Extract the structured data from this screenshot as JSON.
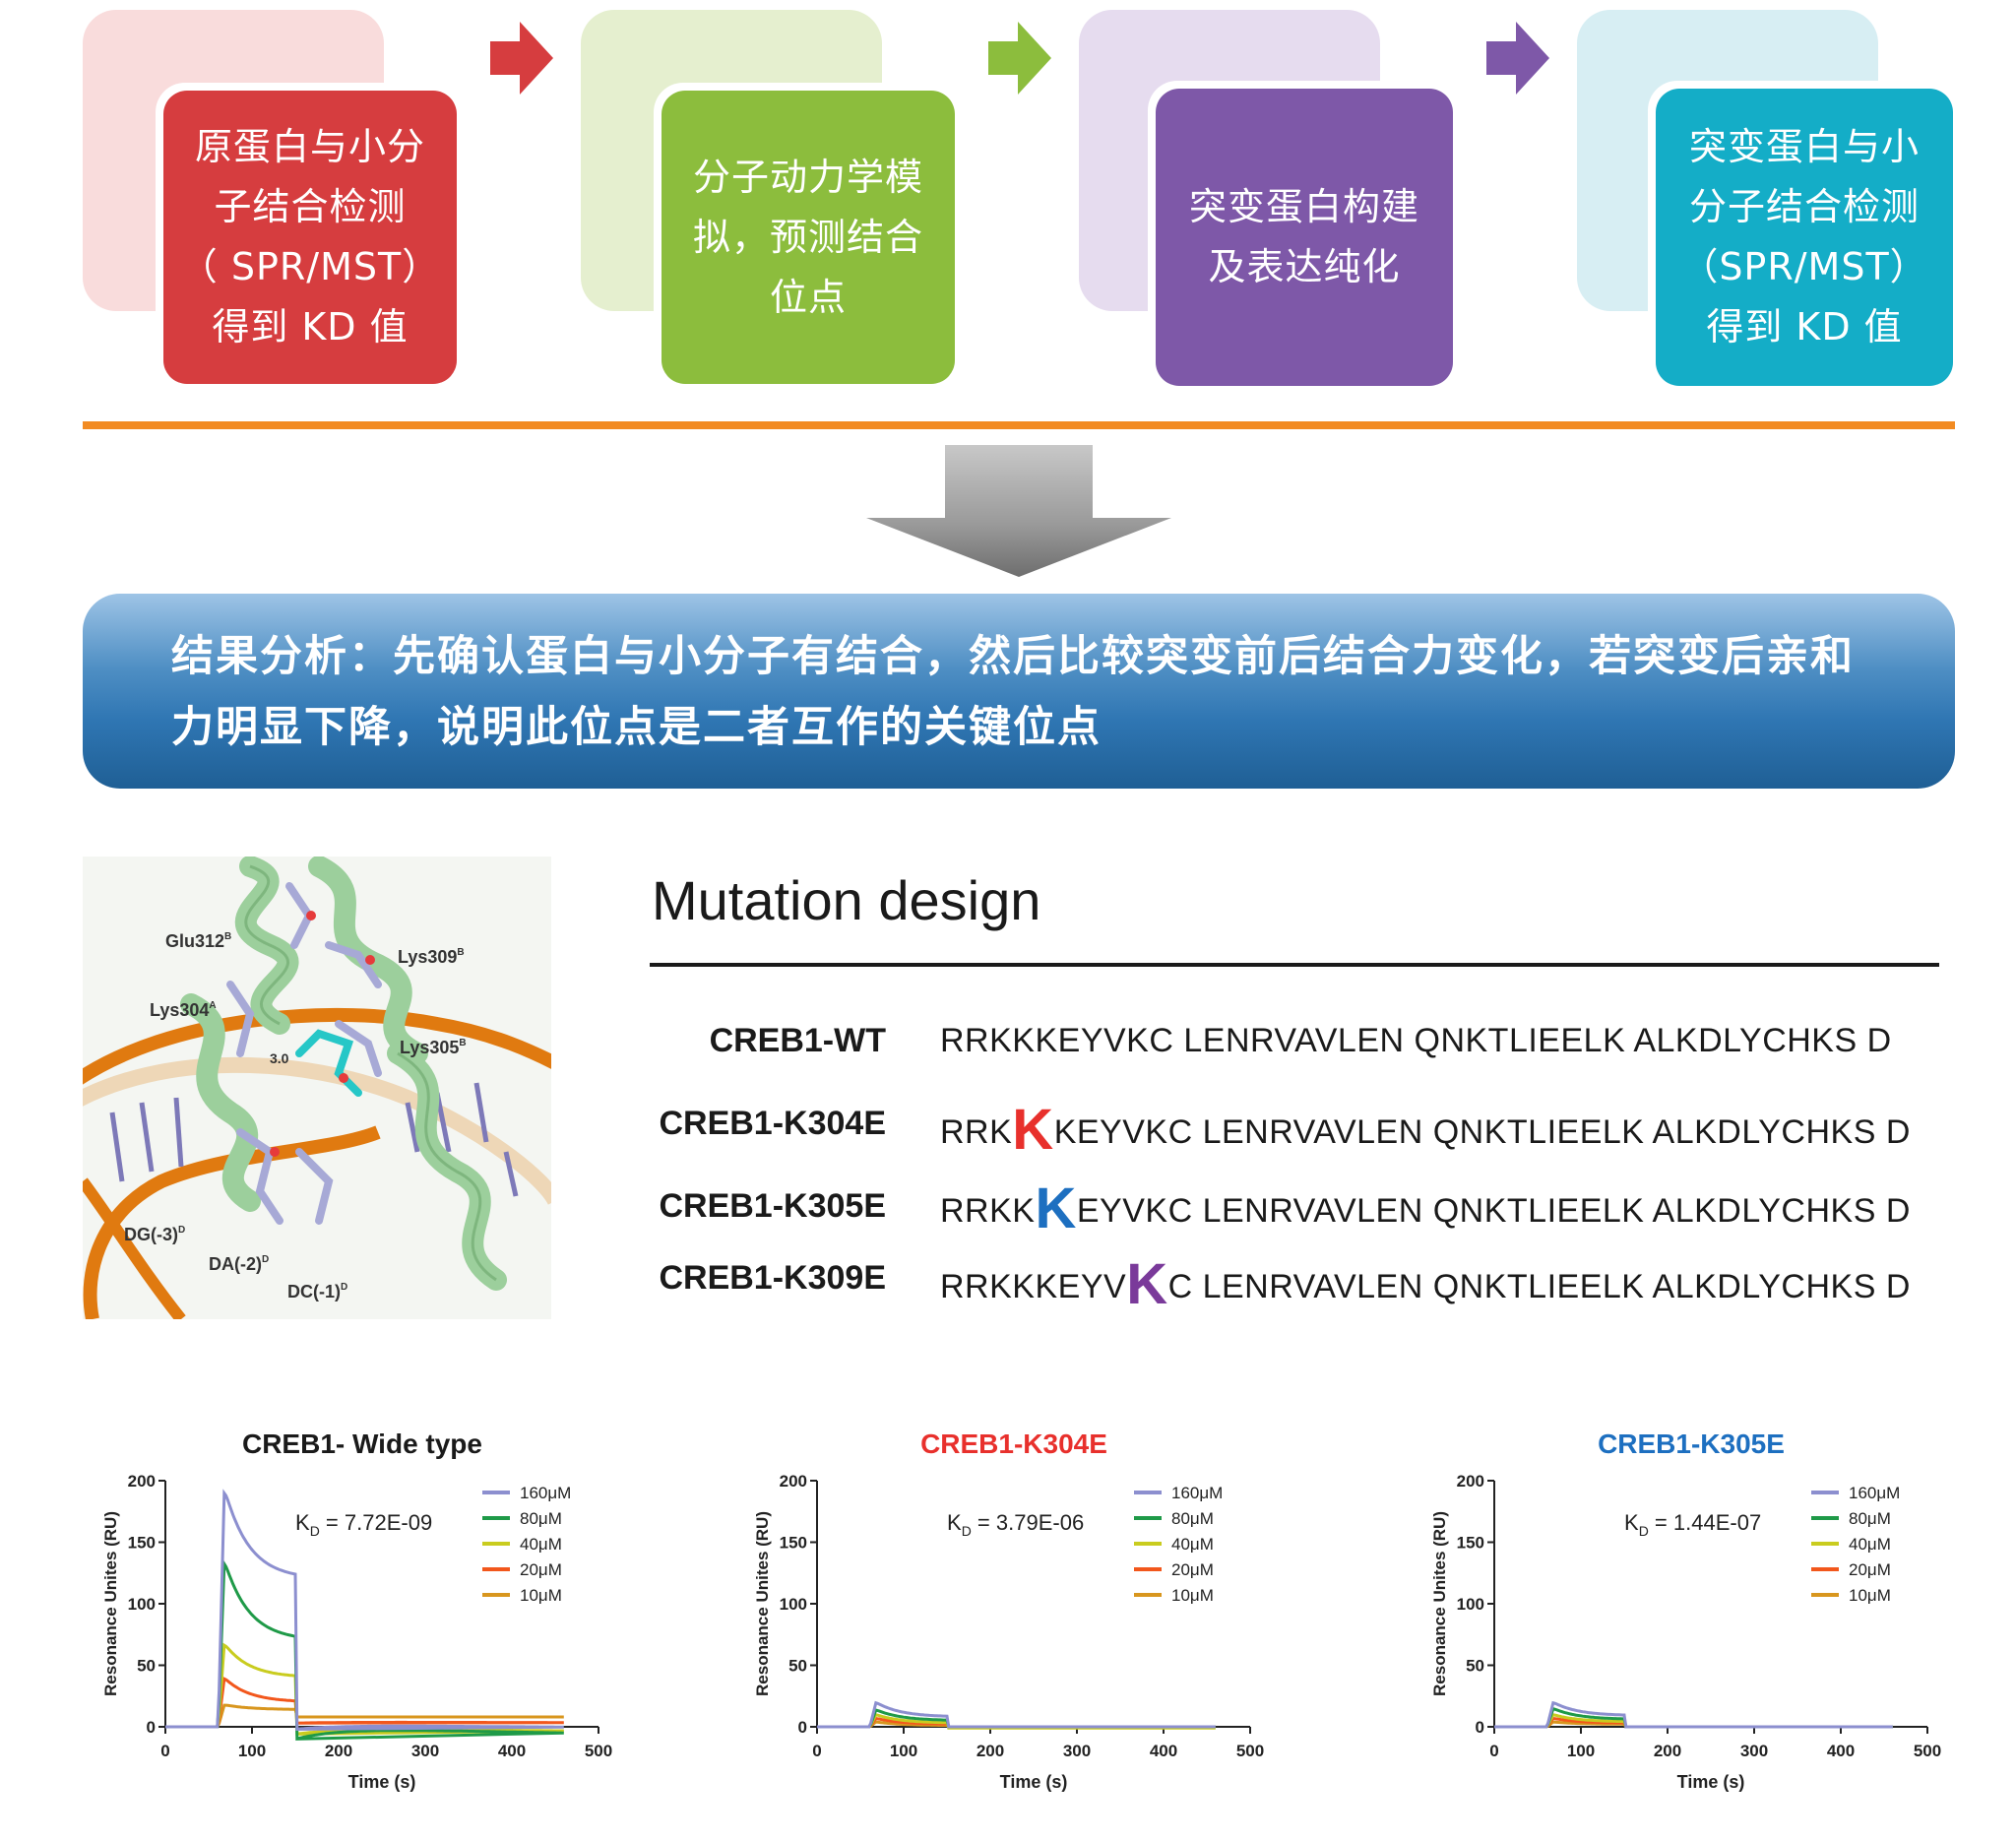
{
  "workflow": {
    "steps": [
      {
        "text": "原蛋白与小分\n子结合检测\n（ SPR/MST）\n 得到 KD 值",
        "bg": "#f9dcdc",
        "color": "#d63d3f"
      },
      {
        "text": "分子动力学模\n拟，预测结合\n位点",
        "bg": "#e5efcf",
        "color": "#8cbd3d"
      },
      {
        "text": "突变蛋白构建\n及表达纯化",
        "bg": "#e6dcef",
        "color": "#7e58a8"
      },
      {
        "text": "突变蛋白与小\n分子结合检测\n（SPR/MST）\n 得到 KD 值",
        "bg": "#d7eef3",
        "color": "#14adc7"
      }
    ],
    "arrow_colors": [
      "#d63d3f",
      "#8cbd3d",
      "#7e58a8"
    ]
  },
  "result": {
    "text": "结果分析：先确认蛋白与小分子有结合，然后比较突变前后结合力变化，若突变后亲和力明显下降，说明此位点是二者互作的关键位点"
  },
  "structure_labels": {
    "glu312": "Glu312",
    "glu312_sup": "B",
    "lys309": "Lys309",
    "lys309_sup": "B",
    "lys304": "Lys304",
    "lys304_sup": "A",
    "lys305": "Lys305",
    "lys305_sup": "B",
    "dist": "3.0",
    "dg": "DG(-3)",
    "dg_sup": "D",
    "da": "DA(-2)",
    "da_sup": "D",
    "dc": "DC(-1)",
    "dc_sup": "D"
  },
  "mutation_design": {
    "title": "Mutation design",
    "rows": [
      {
        "name": "CREB1-WT",
        "pre": "RRKKKEYVKC  LENRVAVLEN QNKTLIEELK ALKDLYCHKS D",
        "mut": "",
        "post": "",
        "mut_color": ""
      },
      {
        "name": "CREB1-K304E",
        "pre": "RRK",
        "mut": "K",
        "post": "KEYVKC LENRVAVLEN QNKTLIEELK ALKDLYCHKS D",
        "mut_color": "#e8302c"
      },
      {
        "name": "CREB1-K305E",
        "pre": "RRKK",
        "mut": "K",
        "post": "EYVKC LENRVAVLEN QNKTLIEELK ALKDLYCHKS D",
        "mut_color": "#1d6fc0"
      },
      {
        "name": "CREB1-K309E",
        "pre": "RRKKKEYV",
        "mut": "K",
        "post": "C LENRVAVLEN QNKTLIEELK ALKDLYCHKS D",
        "mut_color": "#7a3a9a"
      }
    ]
  },
  "chart_data": [
    {
      "type": "line",
      "title": "CREB1- Wide type",
      "title_color": "#1a1a1a",
      "xlabel": "Time (s)",
      "ylabel": "Resonance Unites (RU)",
      "xlim": [
        0,
        500
      ],
      "ylim": [
        0,
        200
      ],
      "xticks": [
        0,
        100,
        200,
        300,
        400,
        500
      ],
      "yticks": [
        0,
        50,
        100,
        150,
        200
      ],
      "kd_prefix": "K",
      "kd_sub": "D",
      "kd_value": " = 7.72E-09",
      "injection": [
        60,
        150
      ],
      "series": [
        {
          "name": "160μM",
          "color": "#8c8fcf",
          "peak": 195,
          "plateau": 120,
          "tail": 2,
          "undershoot": -2
        },
        {
          "name": "80μM",
          "color": "#1f9a48",
          "peak": 136,
          "plateau": 70,
          "tail": 1,
          "undershoot": -10
        },
        {
          "name": "40μM",
          "color": "#c9cc1f",
          "peak": 68,
          "plateau": 40,
          "tail": 0,
          "undershoot": -6
        },
        {
          "name": "20μM",
          "color": "#f2571c",
          "peak": 40,
          "plateau": 20,
          "tail": 4,
          "undershoot": 3
        },
        {
          "name": "10μM",
          "color": "#d8961e",
          "peak": 18,
          "plateau": 14,
          "tail": 8,
          "undershoot": 8
        }
      ]
    },
    {
      "type": "line",
      "title": "CREB1-K304E",
      "title_color": "#e8302c",
      "xlabel": "Time (s)",
      "ylabel": "Resonance Unites (RU)",
      "xlim": [
        0,
        500
      ],
      "ylim": [
        0,
        200
      ],
      "xticks": [
        0,
        100,
        200,
        300,
        400,
        500
      ],
      "yticks": [
        0,
        50,
        100,
        150,
        200
      ],
      "kd_prefix": "K",
      "kd_sub": "D",
      "kd_value": " = 3.79E-06",
      "injection": [
        60,
        150
      ],
      "series": [
        {
          "name": "160μM",
          "color": "#8c8fcf",
          "peak": 20,
          "plateau": 8,
          "tail": 0,
          "undershoot": 0
        },
        {
          "name": "80μM",
          "color": "#1f9a48",
          "peak": 14,
          "plateau": 5,
          "tail": 0,
          "undershoot": 0
        },
        {
          "name": "40μM",
          "color": "#c9cc1f",
          "peak": 10,
          "plateau": 3,
          "tail": -1,
          "undershoot": -1
        },
        {
          "name": "20μM",
          "color": "#f2571c",
          "peak": 7,
          "plateau": 2,
          "tail": 0,
          "undershoot": 0
        },
        {
          "name": "10μM",
          "color": "#d8961e",
          "peak": 4,
          "plateau": 1,
          "tail": 0,
          "undershoot": 0
        }
      ]
    },
    {
      "type": "line",
      "title": "CREB1-K305E",
      "title_color": "#1d6fc0",
      "xlabel": "Time (s)",
      "ylabel": "Resonance Unites (RU)",
      "xlim": [
        0,
        500
      ],
      "ylim": [
        0,
        200
      ],
      "xticks": [
        0,
        100,
        200,
        300,
        400,
        500
      ],
      "yticks": [
        0,
        50,
        100,
        150,
        200
      ],
      "kd_prefix": "K",
      "kd_sub": "D",
      "kd_value": " = 1.44E-07",
      "injection": [
        60,
        150
      ],
      "series": [
        {
          "name": "160μM",
          "color": "#8c8fcf",
          "peak": 20,
          "plateau": 9,
          "tail": 0,
          "undershoot": 0
        },
        {
          "name": "80μM",
          "color": "#1f9a48",
          "peak": 15,
          "plateau": 6,
          "tail": 0,
          "undershoot": 0
        },
        {
          "name": "40μM",
          "color": "#c9cc1f",
          "peak": 10,
          "plateau": 4,
          "tail": 0,
          "undershoot": 0
        },
        {
          "name": "20μM",
          "color": "#f2571c",
          "peak": 7,
          "plateau": 3,
          "tail": 0,
          "undershoot": 0
        },
        {
          "name": "10μM",
          "color": "#d8961e",
          "peak": 4,
          "plateau": 2,
          "tail": 0,
          "undershoot": 0
        }
      ]
    }
  ]
}
